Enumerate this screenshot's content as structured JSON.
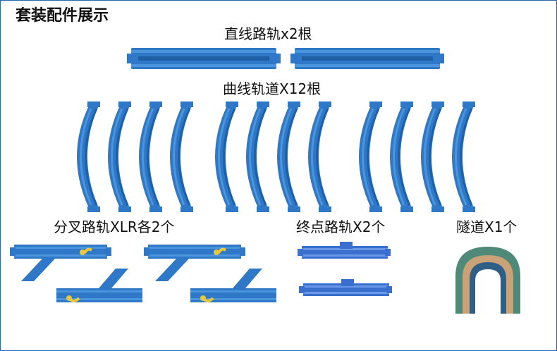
{
  "title": "套装配件展示",
  "sections": {
    "straight": {
      "label": "直线路轨x2根",
      "count": 2
    },
    "curve": {
      "label": "曲线轨道X12根",
      "count": 12
    },
    "switch": {
      "label": "分叉路轨XLR各2个",
      "count": 2
    },
    "end": {
      "label": "终点路轨X2个",
      "count": 2
    },
    "tunnel": {
      "label": "隧道X1个",
      "count": 1
    }
  },
  "colors": {
    "track": "#2f78c8",
    "track_dark": "#1f5fa6",
    "track_light": "#4b95dc",
    "lever": "#e8c93a",
    "tunnel_outer": "#4f8a78",
    "tunnel_inner": "#c9a277",
    "border": "#2b64a8"
  }
}
